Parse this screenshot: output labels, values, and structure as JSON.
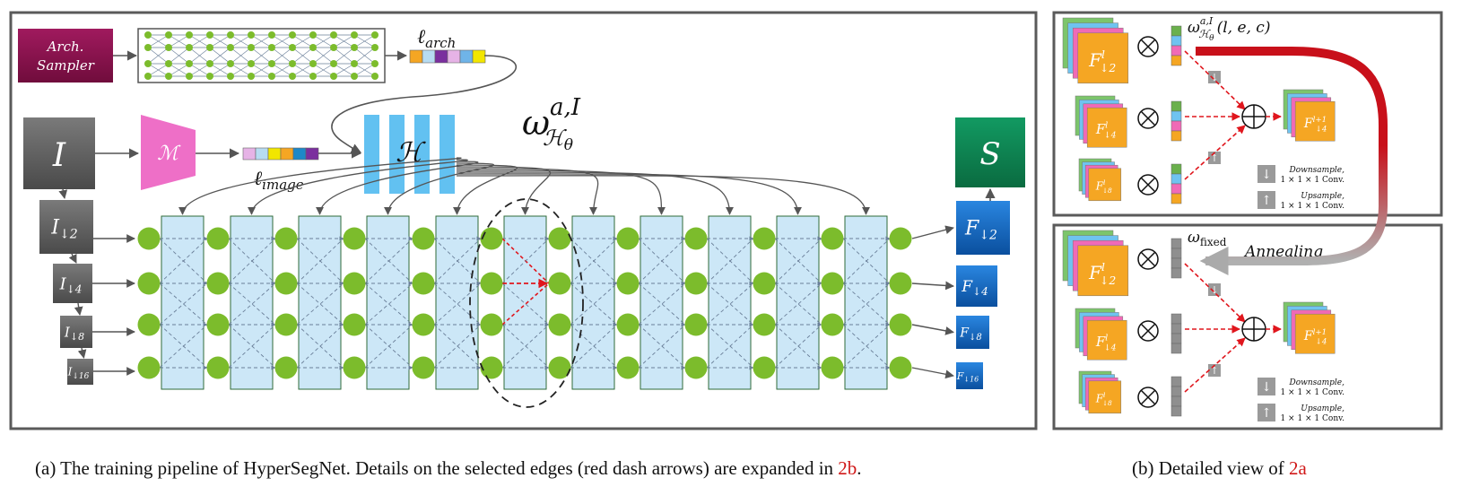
{
  "panel_a": {
    "arch_sampler": [
      "Arch.",
      "Sampler"
    ],
    "l_arch": {
      "base": "ℓ",
      "sub": "arch"
    },
    "l_image": {
      "base": "ℓ",
      "sub": "image"
    },
    "input": "I",
    "pyramid": {
      "base": "I",
      "subs": [
        "↓2",
        "↓4",
        "↓8",
        "↓16"
      ]
    },
    "encoder": "ℳ",
    "hypernet": "ℋ",
    "omega": {
      "base": "ω",
      "sup": "a,I",
      "sub": "ℋ",
      "subsub": "θ"
    },
    "output": "S",
    "features": {
      "base": "F",
      "subs": [
        "↓2",
        "↓4",
        "↓8",
        "↓16"
      ]
    },
    "arch_code_colors": [
      "#f5a623",
      "#b7dcf2",
      "#7b2f9e",
      "#e6b3e6",
      "#6fb4e8",
      "#f2e600"
    ],
    "image_code_colors": [
      "#e6b3e6",
      "#b7dcf2",
      "#f2e600",
      "#f5a623",
      "#1e88c8",
      "#7b2f9e"
    ]
  },
  "panel_b_top": {
    "weight_label": {
      "base": "ω",
      "sup": "a,I",
      "sub": "ℋ",
      "subsub": "θ",
      "args": "(l, e, c)"
    },
    "feat_large": {
      "base": "F",
      "sub": "↓2",
      "sup": "l"
    },
    "feat_mid": {
      "base": "F",
      "sub": "↓4",
      "sup": "l"
    },
    "feat_small": {
      "base": "F",
      "sub": "↓8",
      "sup": "l"
    },
    "feat_out": {
      "base": "F",
      "sub": "↓4",
      "sup": "l+1"
    },
    "op_mult": "⊗",
    "op_sum": "⊕",
    "legend_down": [
      "Downsample,",
      "1 × 1 × 1 Conv."
    ],
    "legend_up": [
      "Upsample,",
      "1 × 1 × 1 Conv."
    ],
    "weight_colors": [
      "#6ab04c",
      "#6fc3f0",
      "#f06ab6",
      "#f5a623"
    ]
  },
  "panel_b_bottom": {
    "weight_label": {
      "base": "ω",
      "sub": "fixed"
    },
    "annealing": "Annealing",
    "legend_down": [
      "Downsample,",
      "1 × 1 × 1 Conv."
    ],
    "legend_up": [
      "Upsample,",
      "1 × 1 × 1 Conv."
    ]
  },
  "captions": {
    "a_text": "(a) The training pipeline of HyperSegNet. Details on the selected edges (red dash arrows) are expanded in ",
    "a_ref": "2b",
    "a_end": ".",
    "b_text": "(b) Detailed view of ",
    "b_ref": "2a"
  },
  "colors": {
    "green_node": "#7cbc2c",
    "cell_fill": "#cce7f7",
    "hypernet_blue": "#62c1f1",
    "encoder_pink": "#ee6fc7",
    "sampler_maroon": "#8e1150",
    "output_green": "#0e8a55",
    "feature_blue": "#1a6fd1",
    "red_arrow": "#e0161d"
  }
}
